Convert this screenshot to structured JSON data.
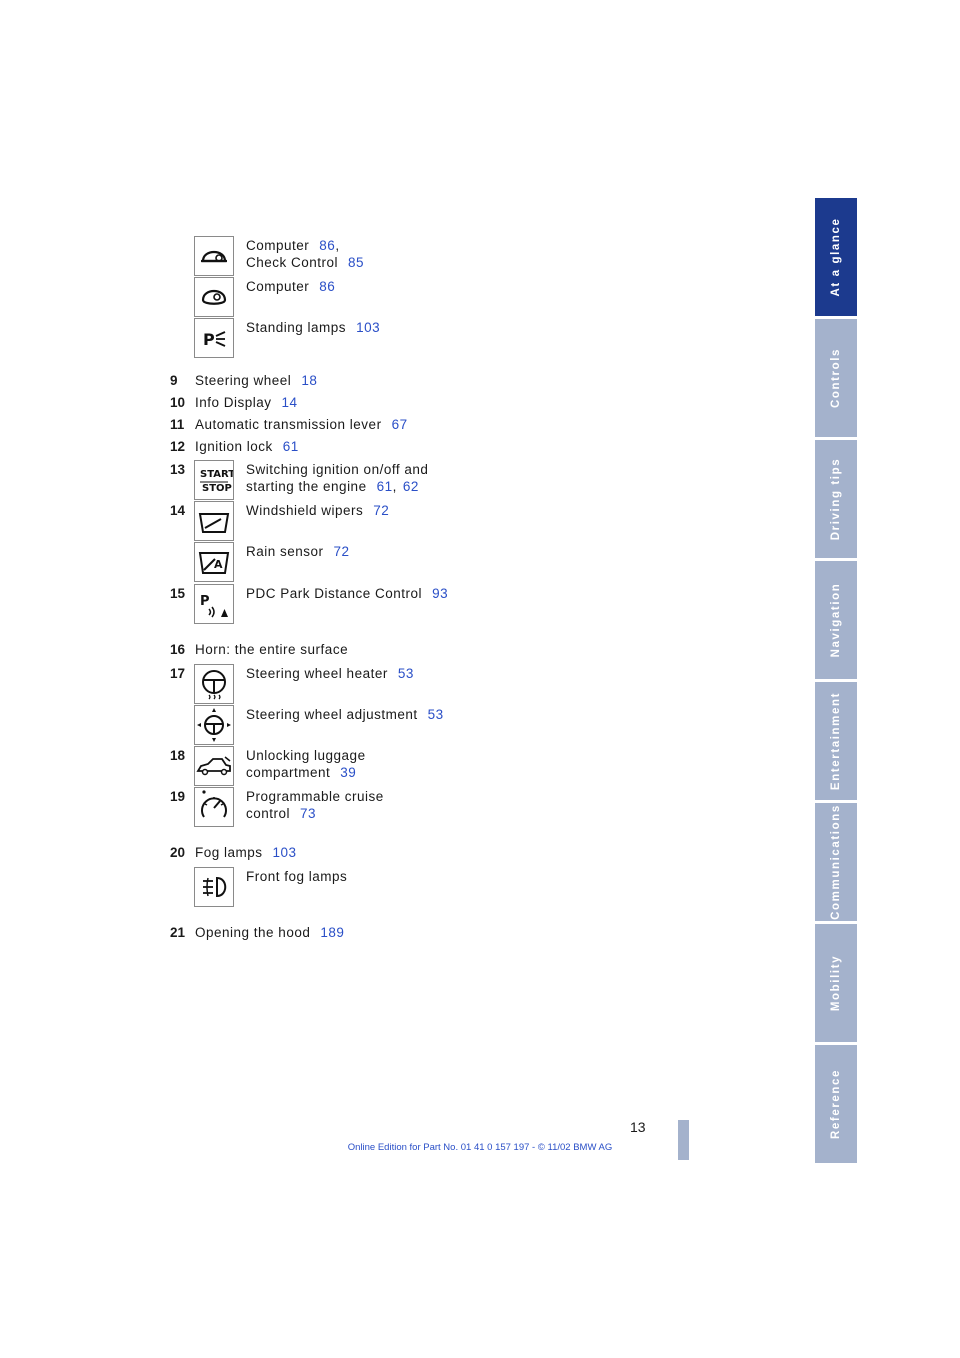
{
  "sidebar": {
    "tabs": [
      {
        "label": "At a glance",
        "active": true
      },
      {
        "label": "Controls",
        "active": false
      },
      {
        "label": "Driving tips",
        "active": false
      },
      {
        "label": "Navigation",
        "active": false
      },
      {
        "label": "Entertainment",
        "active": false
      },
      {
        "label": "Communications",
        "active": false
      },
      {
        "label": "Mobility",
        "active": false
      },
      {
        "label": "Reference",
        "active": false
      }
    ]
  },
  "items": {
    "computer_check": {
      "label": "Computer",
      "ref1": "86",
      "comma": ",",
      "label2": "Check Control",
      "ref2": "85",
      "icon": "onboard-computer-check-icon"
    },
    "computer": {
      "label": "Computer",
      "ref": "86",
      "icon": "onboard-computer-icon"
    },
    "standing_lamps": {
      "label": "Standing lamps",
      "ref": "103",
      "icon": "standing-lamps-icon"
    },
    "n9": {
      "num": "9",
      "label": "Steering wheel",
      "ref": "18"
    },
    "n10": {
      "num": "10",
      "label": "Info Display",
      "ref": "14"
    },
    "n11": {
      "num": "11",
      "label": "Automatic transmission lever",
      "ref": "67"
    },
    "n12": {
      "num": "12",
      "label": "Ignition lock",
      "ref": "61"
    },
    "n13": {
      "num": "13",
      "label": "Switching ignition on/off and",
      "label2": "starting the engine",
      "ref1": "61",
      "comma": ",",
      "ref2": "62",
      "icon": "start-stop-button-icon"
    },
    "n14": {
      "num": "14",
      "label": "Windshield wipers",
      "ref": "72",
      "icon": "windshield-wiper-icon"
    },
    "rain": {
      "label": "Rain sensor",
      "ref": "72",
      "icon": "rain-sensor-icon"
    },
    "n15": {
      "num": "15",
      "label": "PDC Park Distance Control",
      "ref": "93",
      "icon": "park-distance-control-icon"
    },
    "n16": {
      "num": "16",
      "label": "Horn: the entire surface"
    },
    "n17": {
      "num": "17",
      "label": "Steering wheel heater",
      "ref": "53",
      "icon": "steering-wheel-heater-icon"
    },
    "adj": {
      "label": "Steering wheel adjustment",
      "ref": "53",
      "icon": "steering-wheel-adjustment-icon"
    },
    "n18": {
      "num": "18",
      "label": "Unlocking luggage",
      "label2": "compartment",
      "ref": "39",
      "icon": "luggage-compartment-icon"
    },
    "n19": {
      "num": "19",
      "label": "Programmable cruise",
      "label2": "control",
      "ref": "73",
      "icon": "cruise-control-icon"
    },
    "n20": {
      "num": "20",
      "label": "Fog lamps",
      "ref": "103"
    },
    "front_fog": {
      "label": "Front fog lamps",
      "icon": "front-fog-lamps-icon"
    },
    "n21": {
      "num": "21",
      "label": "Opening the hood",
      "ref": "189"
    }
  },
  "page_number": "13",
  "footer": "Online Edition for Part No. 01 41 0 157 197 - © 11/02 BMW AG"
}
